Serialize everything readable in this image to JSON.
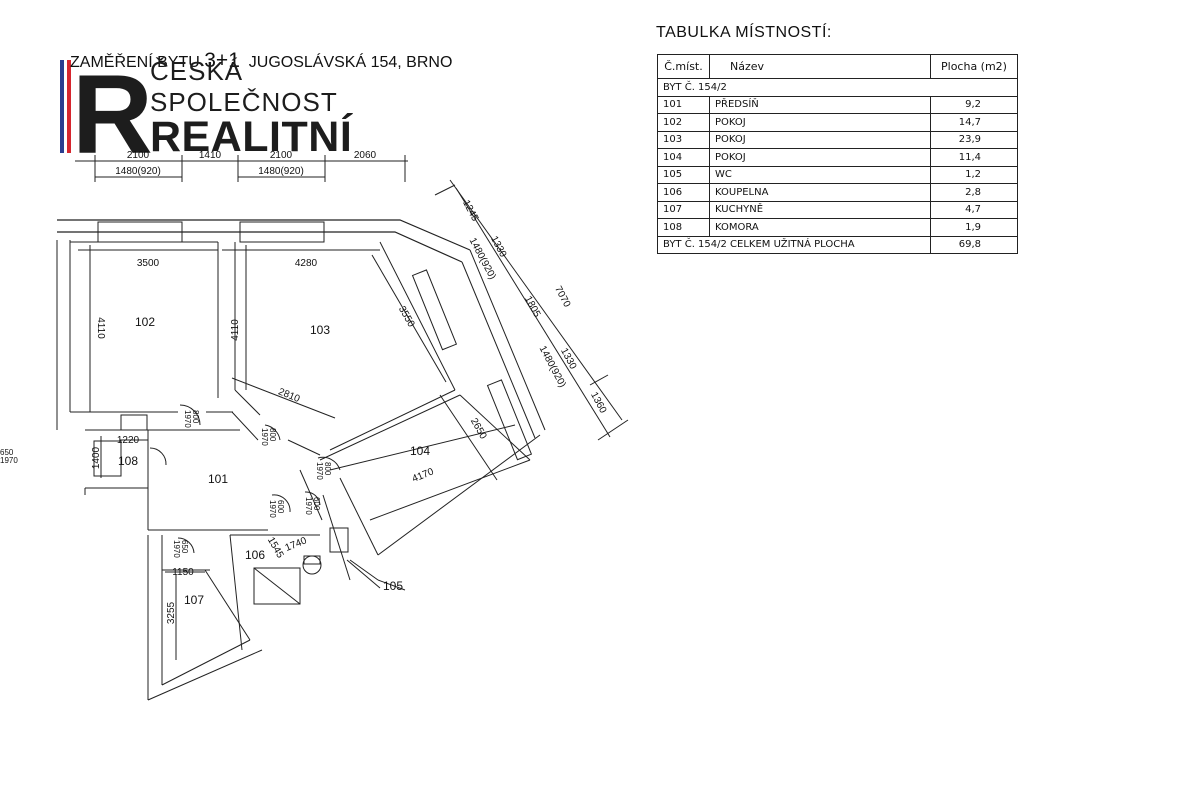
{
  "plan": {
    "title_prefix": "ZAMĚŘENÍ BYTU",
    "title_layout": "3+1",
    "title_address": "JUGOSLÁVSKÁ 154, BRNO",
    "logo": {
      "letter": "R",
      "line1": "ČESKÁ",
      "line2": "SPOLEČNOST",
      "line3": "REALITNÍ"
    },
    "room_labels": [
      "102",
      "103",
      "104",
      "101",
      "108",
      "106",
      "107",
      "105"
    ],
    "dimensions": {
      "top_2100a": "2100",
      "top_1410": "1410",
      "top_2100b": "2100",
      "top_2060": "2060",
      "win_a": "1480(920)",
      "win_b": "1480(920)",
      "d_3500": "3500",
      "d_4280": "4280",
      "d_4110a": "4110",
      "d_4110b": "4110",
      "d_3550": "3550",
      "d_2810": "2810",
      "d_2650": "2650",
      "d_4170": "4170",
      "d_1220": "1220",
      "d_1400": "1400",
      "d_1150": "1150",
      "d_3255": "3255",
      "d_1545": "1545",
      "d_1740": "1740",
      "r_1245": "1245",
      "r_1330a": "1330",
      "r_win1": "1480(920)",
      "r_1805": "1805",
      "r_1330b": "1330",
      "r_win2": "1480(920)",
      "r_1360": "1360",
      "r_7070": "7070"
    },
    "doors": {
      "d1": "800\n1970",
      "d2": "800\n1970",
      "d3": "800\n1970",
      "d4": "650\n1970",
      "d5": "600\n1970",
      "d6": "600\n1970",
      "d7": "650\n1970"
    }
  },
  "table": {
    "title": "TABULKA MÍSTNOSTÍ:",
    "headers": [
      "Č.míst.",
      "Název",
      "Plocha (m2)"
    ],
    "group_label": "BYT Č. 154/2",
    "rows": [
      {
        "num": "101",
        "name": "PŘEDSÍŇ",
        "area": "9,2"
      },
      {
        "num": "102",
        "name": "POKOJ",
        "area": "14,7"
      },
      {
        "num": "103",
        "name": "POKOJ",
        "area": "23,9"
      },
      {
        "num": "104",
        "name": "POKOJ",
        "area": "11,4"
      },
      {
        "num": "105",
        "name": "WC",
        "area": "1,2"
      },
      {
        "num": "106",
        "name": "KOUPELNA",
        "area": "2,8"
      },
      {
        "num": "107",
        "name": "KUCHYNĚ",
        "area": "4,7"
      },
      {
        "num": "108",
        "name": "KOMORA",
        "area": "1,9"
      }
    ],
    "total_label": "BYT Č. 154/2 CELKEM UŽITNÁ PLOCHA",
    "total_area": "69,8"
  },
  "colors": {
    "logo_blue": "#2b3d8f",
    "logo_red": "#d6262e",
    "logo_dark": "#1d1d1d"
  }
}
